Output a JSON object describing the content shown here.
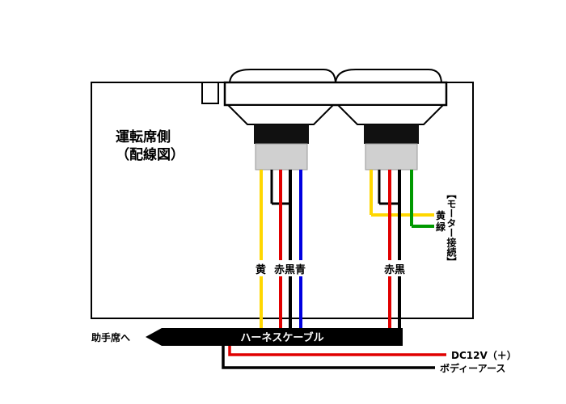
{
  "diagram": {
    "title_line1": "運転席側",
    "title_line2": "（配線図）",
    "left_wire_labels": [
      "黄",
      "赤",
      "黒",
      "青"
    ],
    "right_wire_labels": [
      "赤",
      "黒"
    ],
    "motor_wire_labels": [
      "黄",
      "緑"
    ],
    "motor_connection_label": "【モーター接続】",
    "harness_label": "ハーネスケーブル",
    "passenger_side_label": "助手席へ",
    "power_label": "DC12V（＋）",
    "ground_label": "ボディーアース",
    "colors": {
      "yellow": "#FFD700",
      "red": "#E00000",
      "black": "#000000",
      "blue": "#0000E0",
      "green": "#009900",
      "connector_gray": "#D0D0D0"
    }
  }
}
